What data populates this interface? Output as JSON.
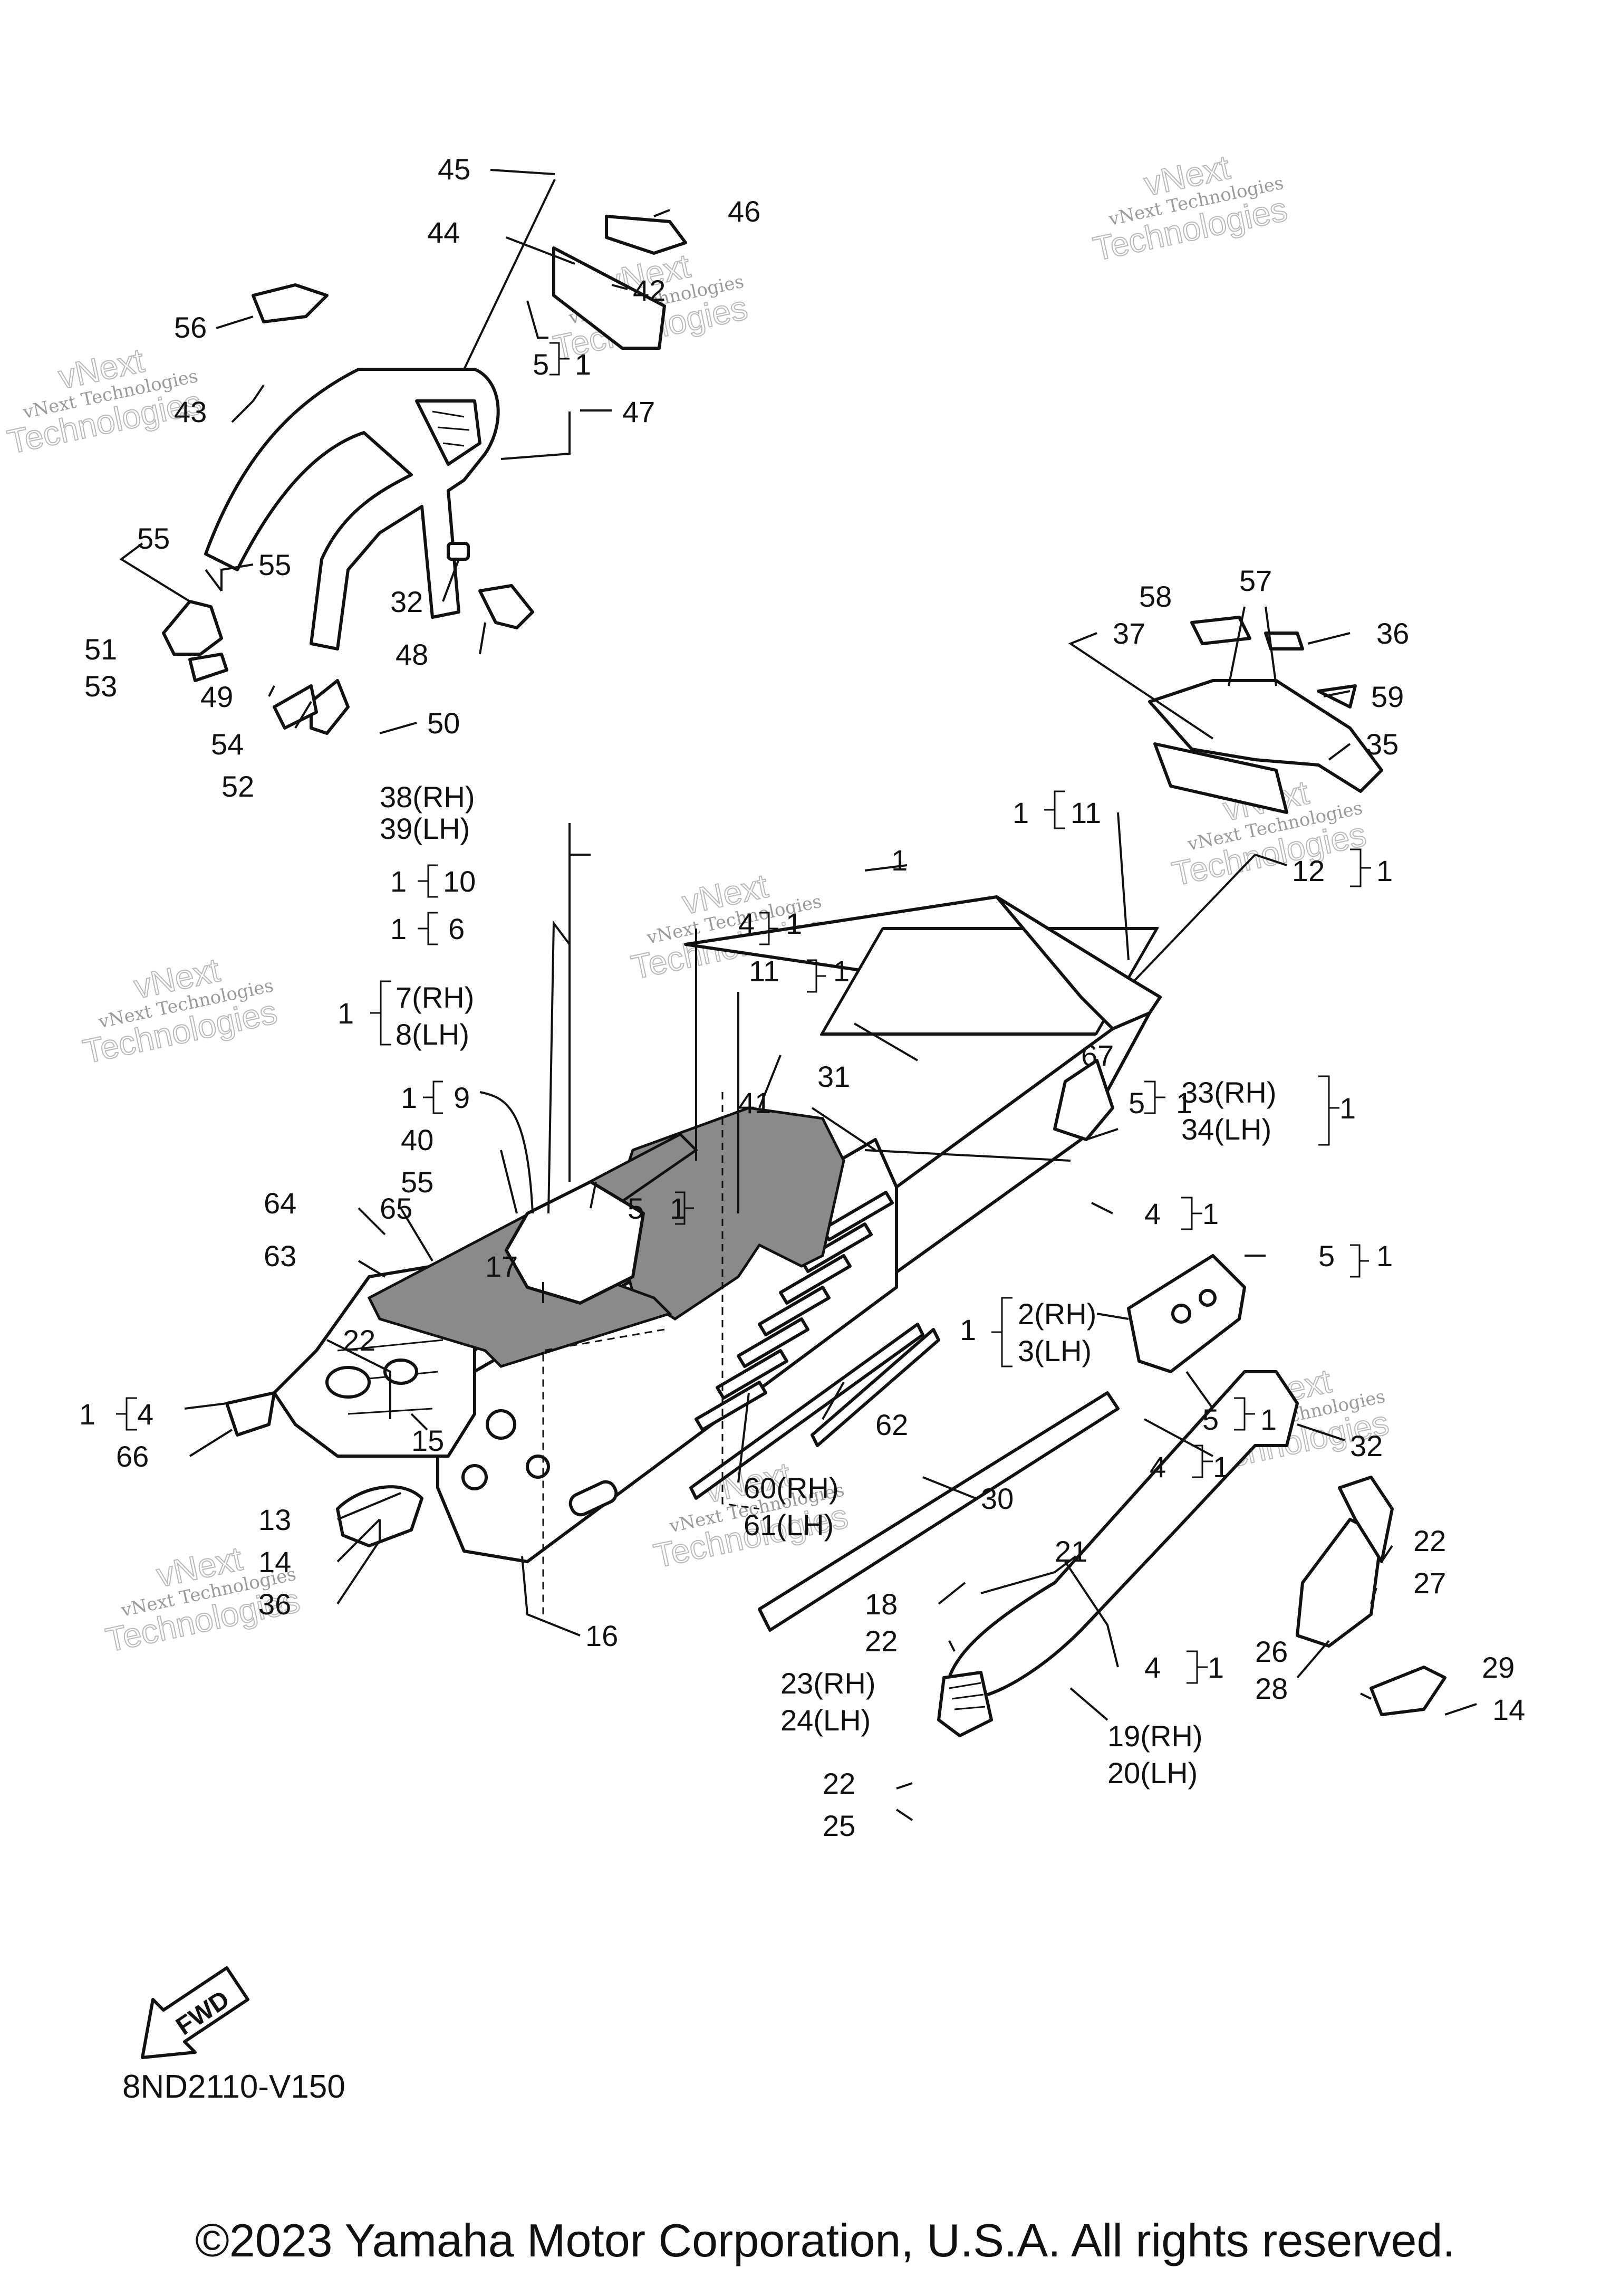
{
  "diagram_code": "8ND2110-V150",
  "copyright": "©2023 Yamaha Motor Corporation, U.S.A. All rights reserved.",
  "fwd_label": "FWD",
  "watermark": {
    "line1": "vNext Technologies",
    "line2": "Technologies",
    "brand": "vNext"
  },
  "callouts": {
    "c45": "45",
    "c46": "46",
    "c44": "44",
    "c42": "42",
    "c56": "56",
    "c5_top": "5",
    "c5_top_q": "1",
    "c43": "43",
    "c47": "47",
    "c55a": "55",
    "c55b": "55",
    "c51": "51",
    "c53": "53",
    "c32a": "32",
    "c48": "48",
    "c49": "49",
    "c54": "54",
    "c52": "52",
    "c50": "50",
    "c58": "58",
    "c57": "57",
    "c37": "37",
    "c36a": "36",
    "c59": "59",
    "c35": "35",
    "c11a_q": "1",
    "c11a": "11",
    "c12": "12",
    "c12_q": "1",
    "c38": "38(RH)",
    "c39": "39(LH)",
    "c1": "1",
    "c10_q": "1",
    "c10": "10",
    "c6_q": "1",
    "c6": "6",
    "c4a": "4",
    "c4a_q": "1",
    "c11b": "11",
    "c11b_q": "1",
    "c7": "7(RH)",
    "c8": "8(LH)",
    "c78_q": "1",
    "c67": "67",
    "c9_q": "1",
    "c9": "9",
    "c31": "31",
    "c41": "41",
    "c40": "40",
    "c5b": "5",
    "c5b_q": "1",
    "c33": "33(RH)",
    "c34": "34(LH)",
    "c3334_q": "1",
    "c55c": "55",
    "c5c": "5",
    "c5c_q": "1",
    "c4b": "4",
    "c4b_q": "1",
    "c64": "64",
    "c65": "65",
    "c63": "63",
    "c17": "17",
    "c5d": "5",
    "c5d_q": "1",
    "c23q": "1",
    "c2": "2(RH)",
    "c3": "3(LH)",
    "c22a": "22",
    "c4c_q": "1",
    "c4c": "4",
    "c66": "66",
    "c15": "15",
    "c5e": "5",
    "c5e_q": "1",
    "c32b": "32",
    "c62": "62",
    "c4d": "4",
    "c4d_q": "1",
    "c60": "60(RH)",
    "c61": "61(LH)",
    "c30": "30",
    "c13": "13",
    "c14a": "14",
    "c36b": "36",
    "c16": "16",
    "c21": "21",
    "c18": "18",
    "c22b": "22",
    "c27": "27",
    "c22c": "22",
    "c4e": "4",
    "c4e_q": "1",
    "c26": "26",
    "c28": "28",
    "c29": "29",
    "c23": "23(RH)",
    "c24": "24(LH)",
    "c14b": "14",
    "c19": "19(RH)",
    "c20": "20(LH)",
    "c22d": "22",
    "c25": "25"
  }
}
